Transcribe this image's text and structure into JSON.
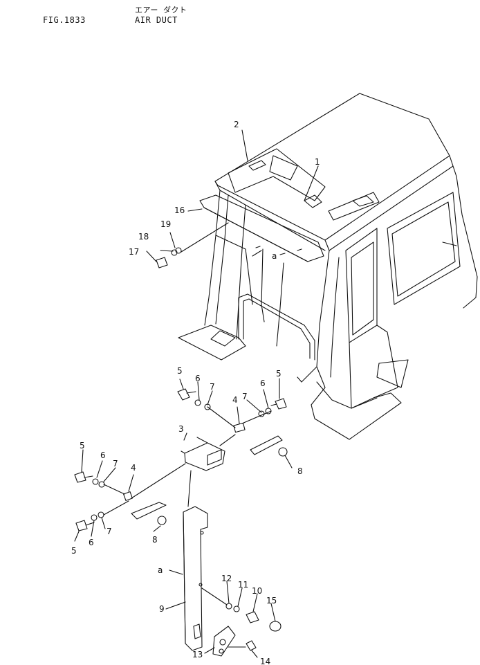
{
  "header": {
    "figure_label": "FIG.1833",
    "title_jp": "エアー ダクト",
    "title_en": "AIR DUCT"
  },
  "callouts": {
    "n1": "1",
    "n2": "2",
    "n3": "3",
    "n4a": "4",
    "n4b": "4",
    "n5a": "5",
    "n5b": "5",
    "n5c": "5",
    "n5d": "5",
    "n6a": "6",
    "n6b": "6",
    "n6c": "6",
    "n6d": "6",
    "n7a": "7",
    "n7b": "7",
    "n7c": "7",
    "n7d": "7",
    "n8a": "8",
    "n8b": "8",
    "n9": "9",
    "n10": "10",
    "n11": "11",
    "n12": "12",
    "n13": "13",
    "n14": "14",
    "n15": "15",
    "n16": "16",
    "n17": "17",
    "n18": "18",
    "n19": "19",
    "a1": "a",
    "a2": "a"
  }
}
